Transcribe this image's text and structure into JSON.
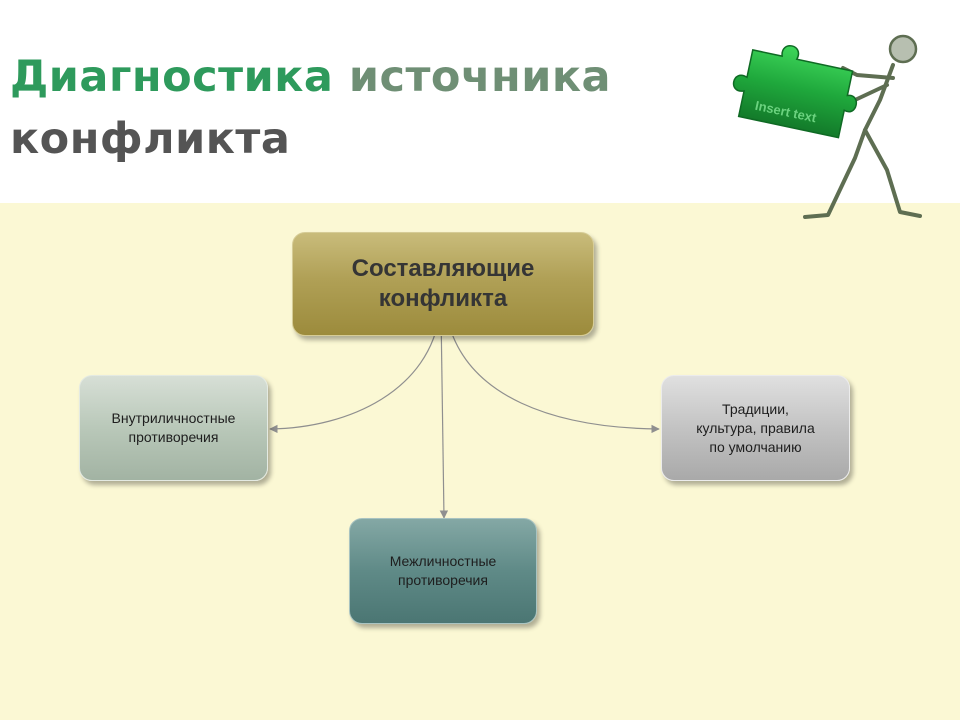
{
  "title": {
    "word1": "Диагностика",
    "word2": "источника",
    "word3": "конфликта"
  },
  "clipart": {
    "puzzle_text": "Insert text",
    "puzzle_color": "#1fa83c",
    "icon": "stick-figure-with-puzzle-piece-icon"
  },
  "diagram": {
    "root": "Составляющие\nконфликта",
    "children": {
      "left": "Внутриличностные\nпротиворечия",
      "bottom": "Межличностные\nпротиворечия",
      "right": "Традиции,\nкультура, правила\nпо умолчанию"
    }
  },
  "colors": {
    "background_top": "#ffffff",
    "background_bottom": "#fbf8d4",
    "root_box": "#b0a056",
    "left_box": "#b9c8b9",
    "bottom_box": "#5f8a87",
    "right_box": "#c3c3c3",
    "connector": "#8f8f8f"
  }
}
